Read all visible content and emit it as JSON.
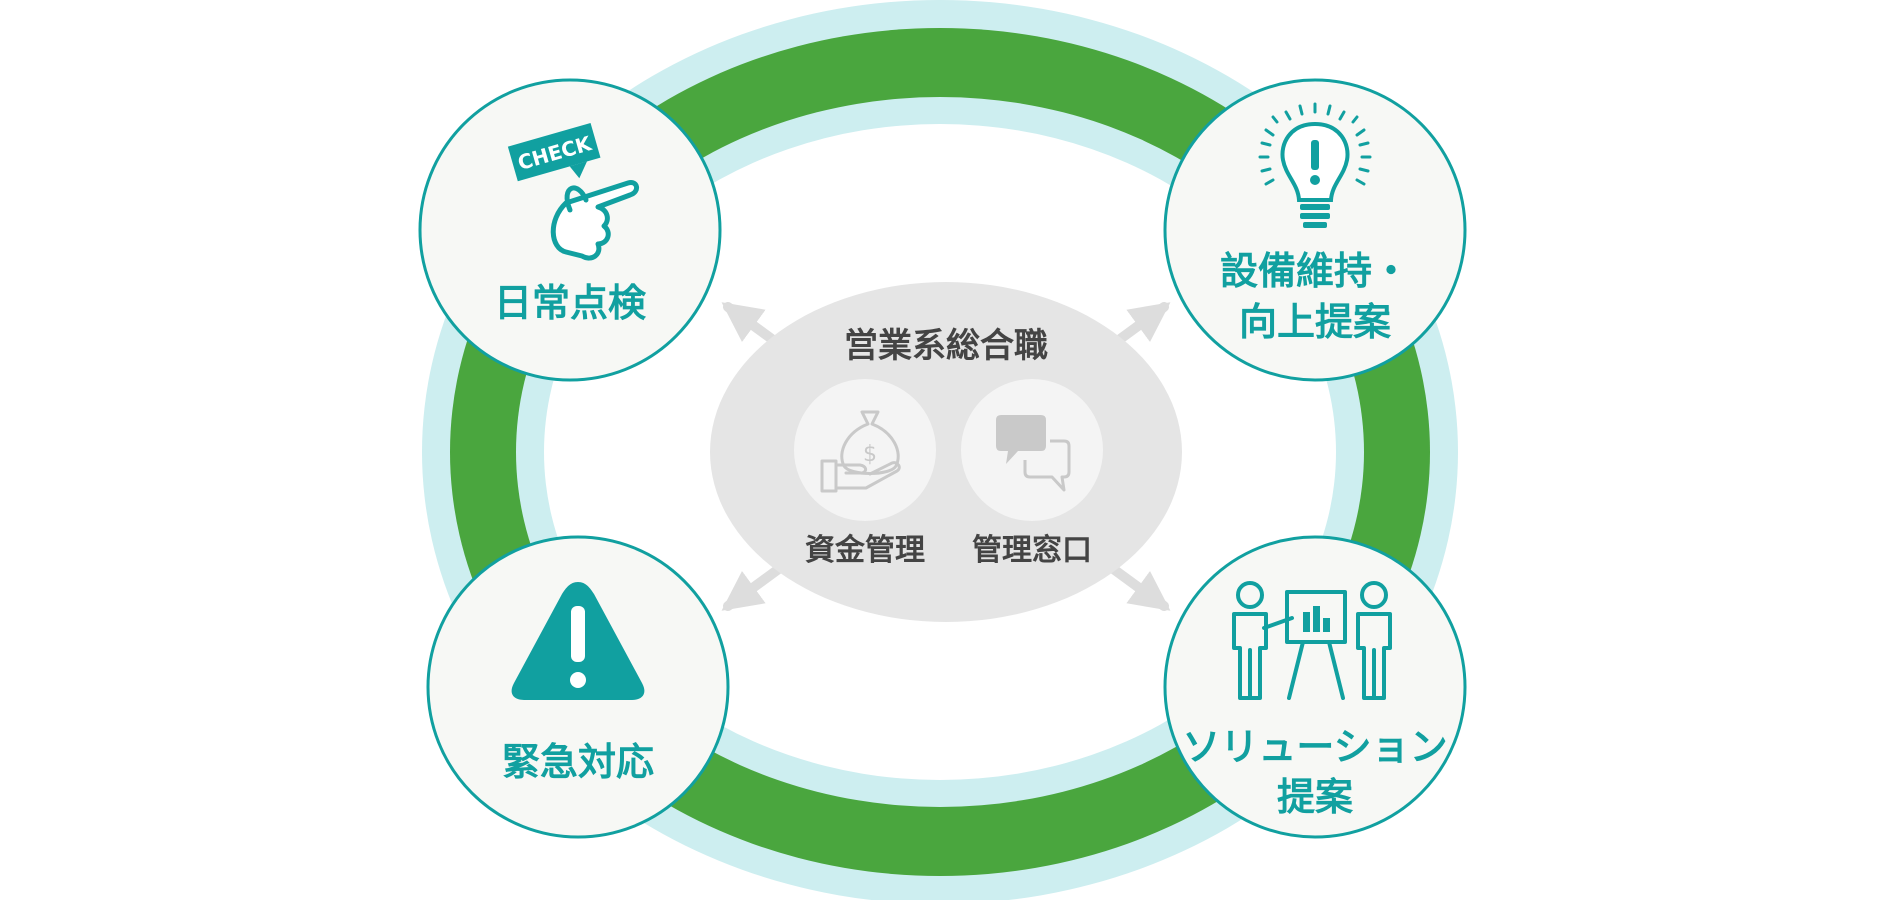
{
  "center": {
    "title": "営業系総合職",
    "items": [
      {
        "label": "資金管理",
        "icon": "money-bag-hand-icon"
      },
      {
        "label": "管理窓口",
        "icon": "chat-bubbles-icon"
      }
    ]
  },
  "nodes": [
    {
      "id": "daily-inspection",
      "lines": [
        "日常点検"
      ],
      "icon": "check-pointing-hand-icon",
      "icon_text": "CHECK"
    },
    {
      "id": "facility-maintenance",
      "lines": [
        "設備維持・",
        "向上提案"
      ],
      "icon": "light-bulb-icon"
    },
    {
      "id": "emergency-response",
      "lines": [
        "緊急対応"
      ],
      "icon": "warning-triangle-icon"
    },
    {
      "id": "solution-proposal",
      "lines": [
        "ソリューション",
        "提案"
      ],
      "icon": "presentation-people-icon"
    }
  ],
  "colors": {
    "ring_green": "#4aa63e",
    "ring_light": "#cdeef0",
    "teal": "#11a0a0",
    "node_fill": "#f7f8f5",
    "center_fill": "#e5e5e5",
    "icon_gray": "#c9c9c9",
    "text_dark": "#444444"
  }
}
